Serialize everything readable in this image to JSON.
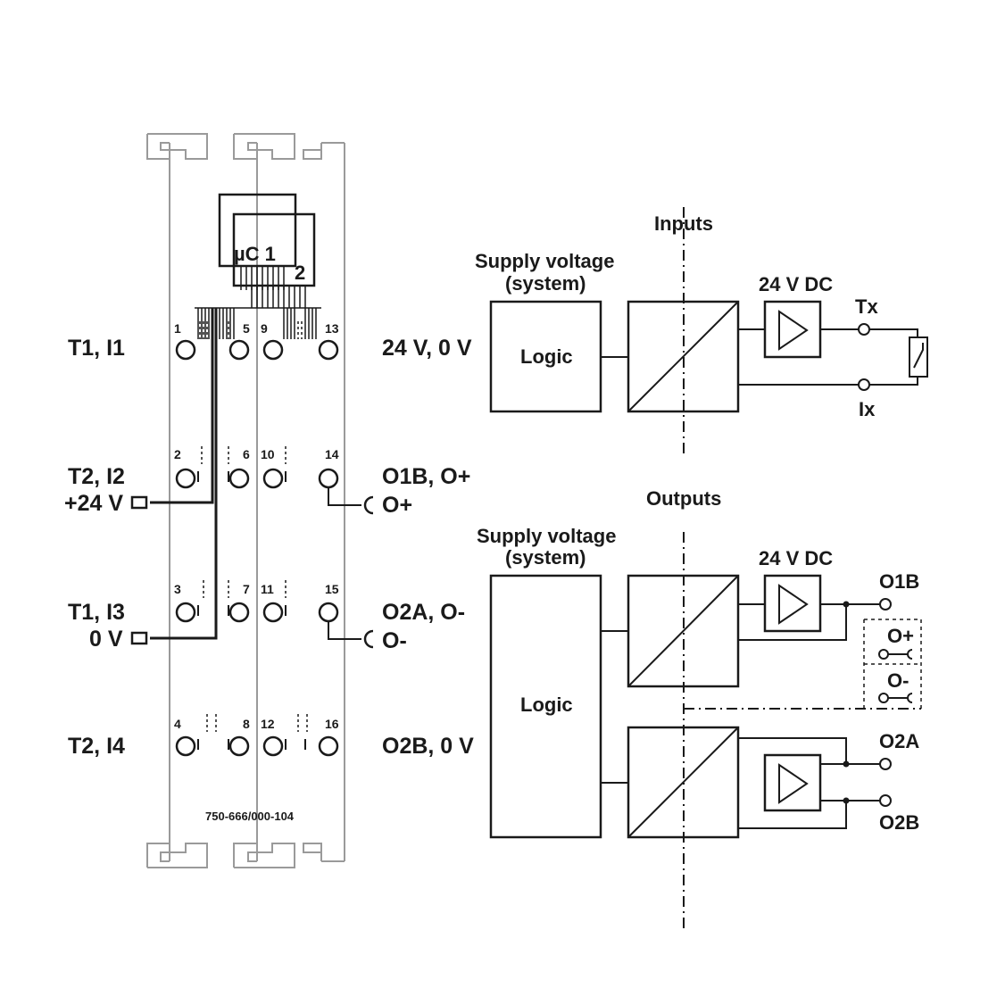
{
  "module": {
    "part_number": "750-666/000-104",
    "chip_label_1": "µC 1",
    "chip_label_2": "2",
    "terminals": [
      "1",
      "5",
      "9",
      "13",
      "2",
      "6",
      "10",
      "14",
      "3",
      "7",
      "11",
      "15",
      "4",
      "8",
      "12",
      "16"
    ]
  },
  "left_labels": {
    "row1": "T1, I1",
    "row2a": "T2, I2",
    "row2b": "+24 V",
    "row3a": "T1, I3",
    "row3b": "0 V",
    "row4": "T2, I4"
  },
  "right_labels": {
    "row1": "24 V, 0 V",
    "row2a": "O1B, O+",
    "row2b": "O+",
    "row3a": "O2A, O-",
    "row3b": "O-",
    "row4": "O2B, 0 V"
  },
  "inputs_block": {
    "title": "Inputs",
    "supply_line1": "Supply voltage",
    "supply_line2": "(system)",
    "logic": "Logic",
    "dc": "24 V DC",
    "tx": "Tx",
    "ix": "Ix"
  },
  "outputs_block": {
    "title": "Outputs",
    "supply_line1": "Supply voltage",
    "supply_line2": "(system)",
    "logic": "Logic",
    "dc": "24 V DC",
    "o1b": "O1B",
    "oplus": "O+",
    "ominus": "O-",
    "o2a": "O2A",
    "o2b": "O2B"
  },
  "colors": {
    "line": "#1a1a1a",
    "module_outline": "#9a9a9a",
    "background": "#ffffff"
  }
}
